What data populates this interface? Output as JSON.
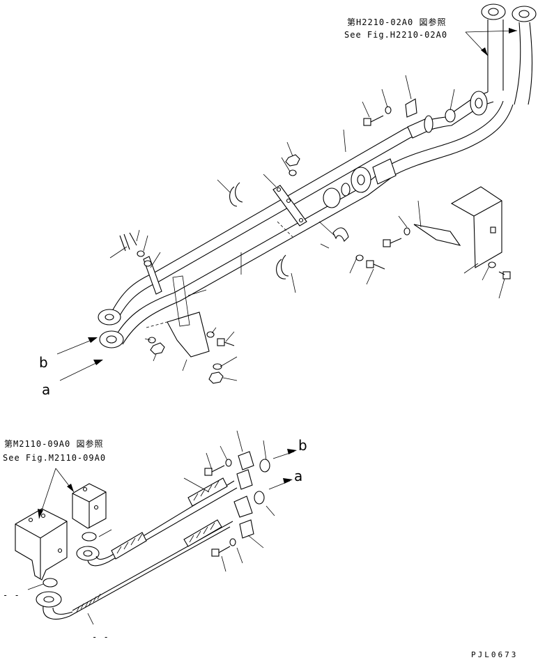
{
  "refs": {
    "top_jp": "第H2210-02A0 図参照",
    "top_en": "See Fig.H2210-02A0",
    "bottom_jp": "第M2110-09A0 図参照",
    "bottom_en": "See Fig.M2110-09A0"
  },
  "connections": {
    "top_b": "b",
    "top_a": "a",
    "bottom_b": "b",
    "bottom_a": "a"
  },
  "dash_marks": {
    "left": "- -",
    "bottom": "- -"
  },
  "drawing_code": "PJL0673"
}
